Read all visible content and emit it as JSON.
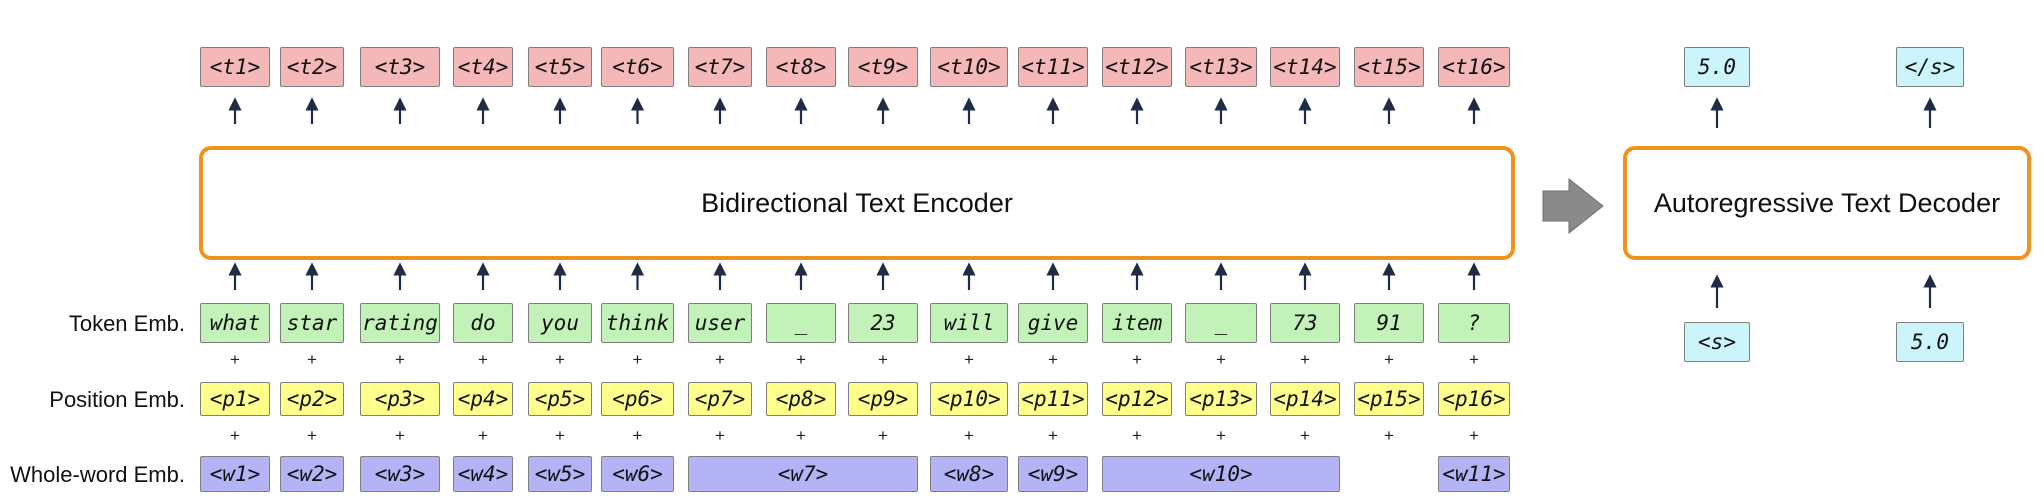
{
  "encoder": {
    "label": "Bidirectional Text Encoder"
  },
  "decoder": {
    "label": "Autoregressive Text Decoder"
  },
  "row_labels": {
    "token": "Token Emb.",
    "position": "Position Emb.",
    "whole_word": "Whole-word Emb."
  },
  "encoder_outputs": [
    "<t1>",
    "<t2>",
    "<t3>",
    "<t4>",
    "<t5>",
    "<t6>",
    "<t7>",
    "<t8>",
    "<t9>",
    "<t10>",
    "<t11>",
    "<t12>",
    "<t13>",
    "<t14>",
    "<t15>",
    "<t16>"
  ],
  "token_embeddings": [
    "what",
    "star",
    "rating",
    "do",
    "you",
    "think",
    "user",
    "_",
    "23",
    "will",
    "give",
    "item",
    "_",
    "73",
    "91",
    "?"
  ],
  "position_embeddings": [
    "<p1>",
    "<p2>",
    "<p3>",
    "<p4>",
    "<p5>",
    "<p6>",
    "<p7>",
    "<p8>",
    "<p9>",
    "<p10>",
    "<p11>",
    "<p12>",
    "<p13>",
    "<p14>",
    "<p15>",
    "<p16>"
  ],
  "whole_word_embeddings": [
    "<w1>",
    "<w2>",
    "<w3>",
    "<w4>",
    "<w5>",
    "<w6>",
    "<w7>",
    "<w8>",
    "<w9>",
    "<w10>",
    "<w11>"
  ],
  "plus_sign": "+",
  "decoder_outputs": [
    "5.0",
    "</s>"
  ],
  "decoder_inputs": [
    "<s>",
    "5.0"
  ],
  "colors": {
    "output_fill": "#f4b8b8",
    "token_fill": "#c2f2b8",
    "position_fill": "#ffff8c",
    "whole_word_fill": "#b3b3f5",
    "decoder_token_fill": "#cbf5fb",
    "block_border": "#f0921e",
    "arrow": "#1e2b44",
    "flow_arrow": "#8a8a8a"
  }
}
